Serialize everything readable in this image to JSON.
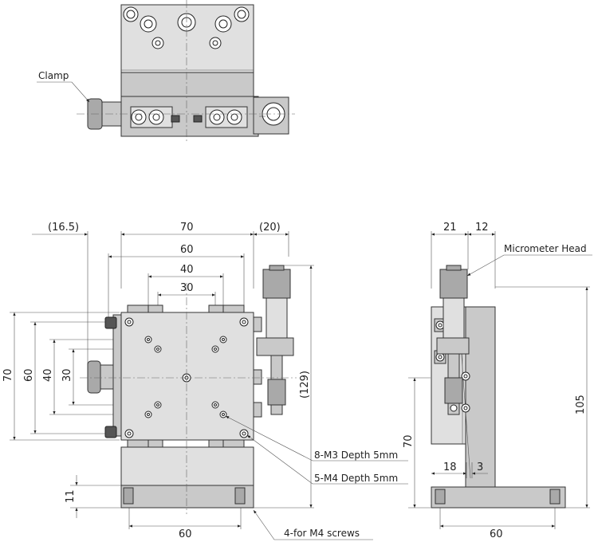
{
  "labels": {
    "clamp": "Clamp",
    "micrometer_head": "Micrometer Head",
    "m3_holes": "8-M3 Depth 5mm",
    "m4_holes": "5-M4 Depth 5mm",
    "mount_screws": "4-for M4 screws"
  },
  "front_dims": {
    "offset_left": "(16.5)",
    "width_70": "70",
    "offset_right": "(20)",
    "pitch_60": "60",
    "pitch_40": "40",
    "pitch_30": "30",
    "height_70": "70",
    "height_60": "60",
    "height_40": "40",
    "height_30": "30",
    "height_129": "(129)",
    "base_11": "11",
    "base_60": "60"
  },
  "side_dims": {
    "width_21": "21",
    "width_12": "12",
    "height_105": "105",
    "height_70": "70",
    "width_18": "18",
    "width_3": "3",
    "base_60": "60"
  }
}
